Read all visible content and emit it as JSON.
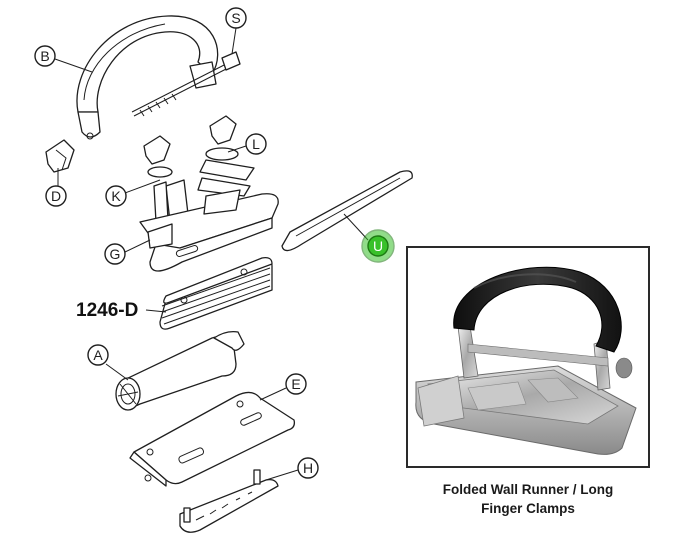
{
  "callouts": {
    "S": "S",
    "B": "B",
    "D": "D",
    "L": "L",
    "K": "K",
    "G": "G",
    "U": "U",
    "A": "A",
    "E": "E",
    "H": "H"
  },
  "part_number": "1246-D",
  "photo": {
    "caption_line1": "Folded Wall Runner / Long",
    "caption_line2": "Finger Clamps"
  },
  "colors": {
    "highlight": "#39c12a",
    "line": "#1f1f1f",
    "handle_grip": "#1c1c1c"
  }
}
